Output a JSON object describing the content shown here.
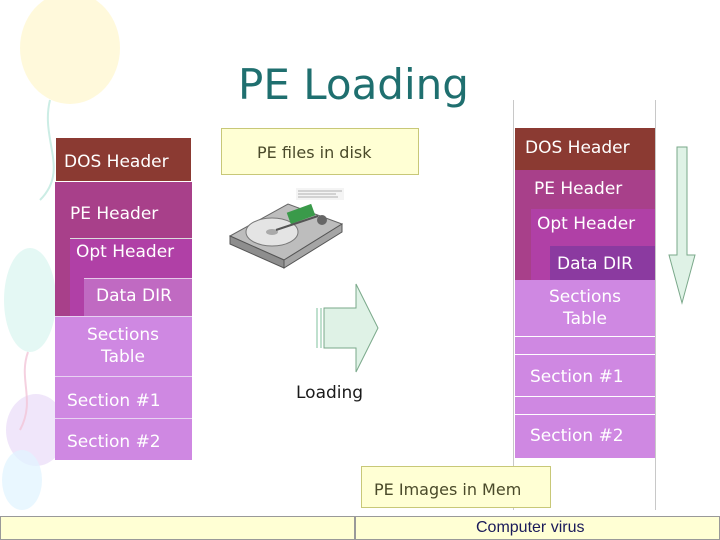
{
  "title": "PE Loading",
  "disk": {
    "label": "PE files in disk",
    "headers": {
      "dos": "DOS Header",
      "pe": "PE Header",
      "opt": "Opt Header",
      "data_dir": "Data DIR",
      "sections_table": "Sections Table",
      "section1": "Section #1",
      "section2": "Section #2"
    }
  },
  "memory": {
    "label": "PE Images in Mem",
    "headers": {
      "dos": "DOS Header",
      "pe": "PE Header",
      "opt": "Opt Header",
      "data_dir": "Data DIR",
      "sections_table": "Sections Table",
      "section1": "Section #1",
      "section2": "Section #2"
    }
  },
  "loading_label": "Loading",
  "footer": {
    "right_text": "Computer virus"
  },
  "colors": {
    "title": "#1f6f6f",
    "dos_header": "#8b3a32",
    "pe_header": "#a8408a",
    "opt_header": "#b040a6",
    "data_dir": "#c06ac2",
    "sections": "#cf88e2",
    "note_box": "#ffffd4",
    "arrow": "#cfe8d8"
  },
  "icons": {
    "hard_disk": "hard-disk-illustration",
    "right_arrow": "loading-arrow",
    "down_arrow": "memory-direction-arrow"
  }
}
